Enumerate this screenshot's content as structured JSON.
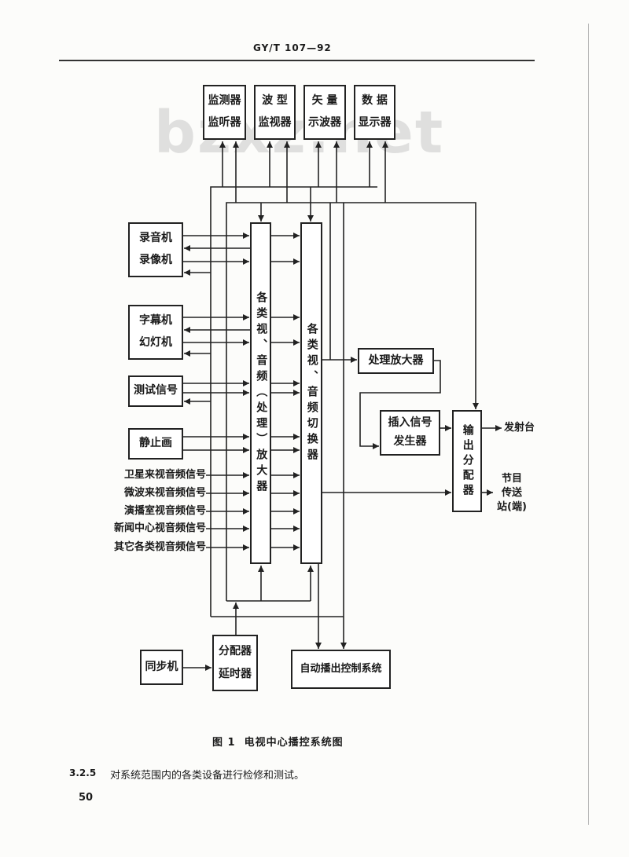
{
  "header": {
    "code": "GY/T 107—92"
  },
  "watermark": "bzxz.net",
  "diagram": {
    "monitors": [
      {
        "line1": "监测器",
        "line2": "监听器"
      },
      {
        "line1": "波 型",
        "line2": "监视器"
      },
      {
        "line1": "矢 量",
        "line2": "示波器"
      },
      {
        "line1": "数 据",
        "line2": "显示器"
      }
    ],
    "sources": [
      {
        "line1": "录音机",
        "line2": "录像机"
      },
      {
        "line1": "字幕机",
        "line2": "幻灯机"
      },
      {
        "line1": "测试信号"
      },
      {
        "line1": "静止画"
      }
    ],
    "inputs": [
      "卫星来视音频信号",
      "微波来视音频信号",
      "演播室视音频信号",
      "新闻中心视音频信号",
      "其它各类视音频信号"
    ],
    "amplifier": "各类视、音频（处理）放大器",
    "switcher": "各类视、音频切换器",
    "processing_amp": "处理放大器",
    "inserter": {
      "line1": "插入信号",
      "line2": "发生器"
    },
    "output_dist": "输出分配器",
    "transmitter": "发射台",
    "transfer_station": {
      "line1": "节目",
      "line2": "传送",
      "line3": "站(端)"
    },
    "sync": "同步机",
    "distributor": {
      "line1": "分配器",
      "line2": "延时器"
    },
    "auto_control": "自动播出控制系统"
  },
  "caption": "图 1  电视中心播控系统图",
  "paragraph": {
    "number": "3.2.5",
    "text": "对系统范围内的各类设备进行检修和测试。"
  },
  "page_number": "50"
}
